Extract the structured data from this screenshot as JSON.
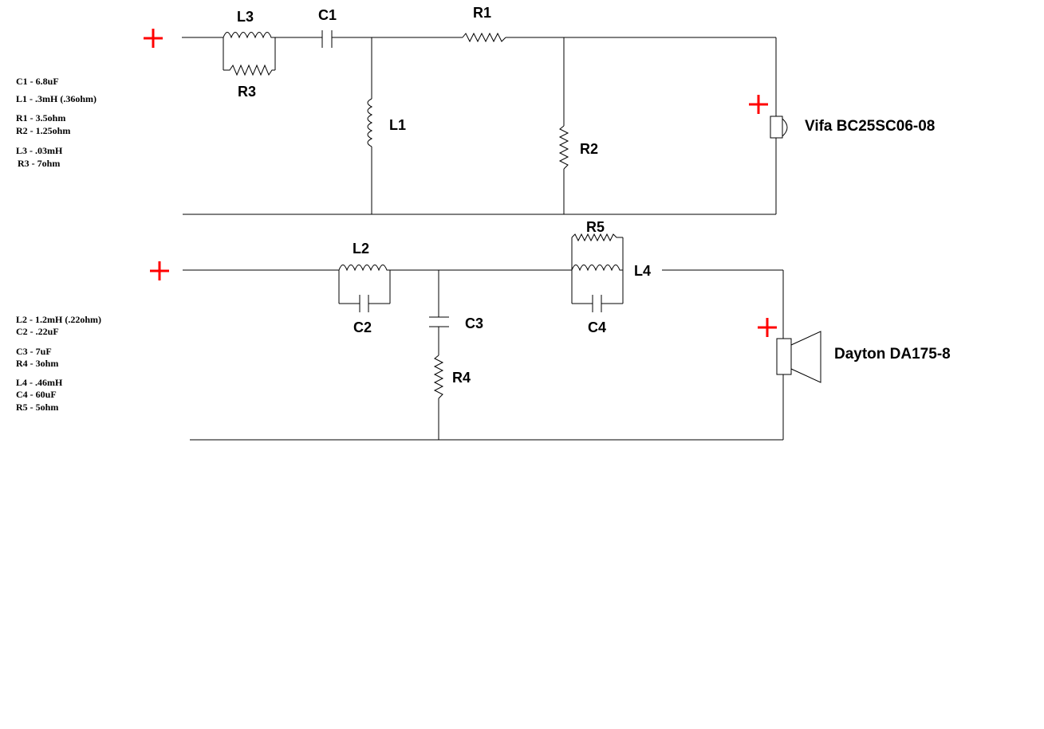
{
  "colors": {
    "wire": "#000000",
    "polarity": "#ff0000",
    "background": "#ffffff"
  },
  "tweeter": {
    "labels": {
      "L3": "L3",
      "C1": "C1",
      "R1": "R1",
      "R3": "R3",
      "L1": "L1",
      "R2": "R2"
    },
    "speaker": "Vifa BC25SC06-08",
    "notes": [
      "C1 - 6.8uF",
      "L1 - .3mH (.36ohm)",
      "R1 - 3.5ohm",
      "R2 - 1.25ohm",
      "L3 - .03mH",
      "R3 - 7ohm"
    ]
  },
  "woofer": {
    "labels": {
      "L2": "L2",
      "C2": "C2",
      "C3": "C3",
      "R4": "R4",
      "R5": "R5",
      "L4": "L4",
      "C4": "C4"
    },
    "speaker": "Dayton DA175-8",
    "notes": [
      "L2 - 1.2mH (.22ohm)",
      "C2 - .22uF",
      "C3 - 7uF",
      "R4 - 3ohm",
      "L4 - .46mH",
      "C4 - 60uF",
      "R5 - 5ohm"
    ]
  }
}
